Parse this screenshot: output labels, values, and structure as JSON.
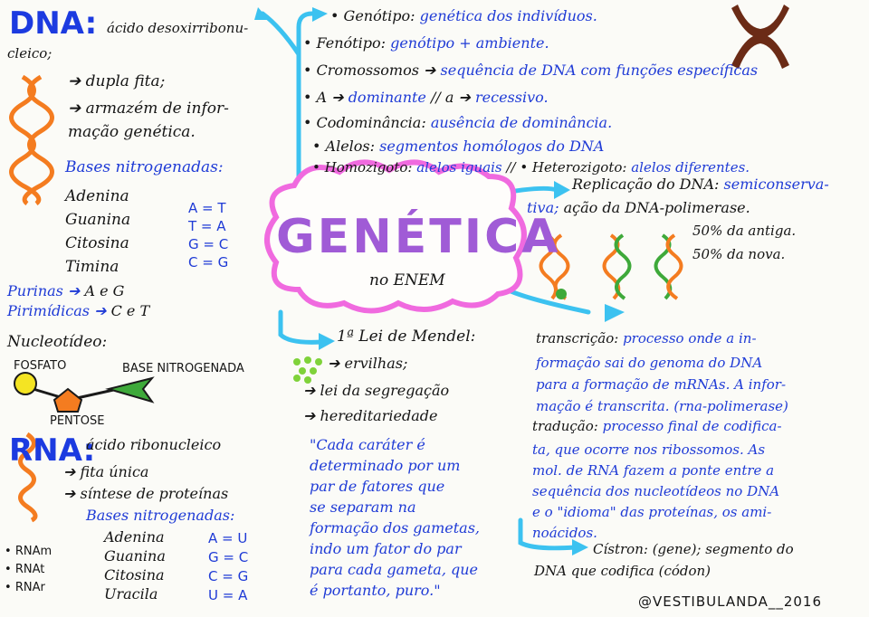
{
  "center": {
    "title": "GENÉTICA",
    "subtitle": "no ENEM"
  },
  "dna": {
    "heading": "DNA:",
    "desc1": "ácido desoxirribonu-",
    "desc2": "cleico;",
    "point1": "dupla fita;",
    "point2a": "armazém de infor-",
    "point2b": "mação genética.",
    "bases_title": "Bases nitrogenadas:",
    "bases": [
      "Adenina",
      "Guanina",
      "Citosina",
      "Timina"
    ],
    "pairs": [
      "A = T",
      "T = A",
      "G = C",
      "C = G"
    ]
  },
  "purinas": {
    "label": "Purinas",
    "value": "A e G"
  },
  "pirimidicas": {
    "label": "Pirimídicas",
    "value": "C e T"
  },
  "nucleotideo": {
    "label": "Nucleotídeo:",
    "fosfato": "FOSFATO",
    "base": "BASE NITROGENADA",
    "pentose": "PENTOSE"
  },
  "rna": {
    "heading": "RNA:",
    "desc": "ácido ribonucleico",
    "point1": "fita única",
    "point2": "síntese de proteínas",
    "bases_title": "Bases nitrogenadas:",
    "bases": [
      "Adenina",
      "Guanina",
      "Citosina",
      "Uracila"
    ],
    "pairs": [
      "A = U",
      "G = C",
      "C = G",
      "U = A"
    ],
    "types": [
      "RNAm",
      "RNAt",
      "RNAr"
    ]
  },
  "concepts": {
    "genotipo_k": "Genótipo:",
    "genotipo_v": "genética dos indivíduos.",
    "fenotipo_k": "Fenótipo:",
    "fenotipo_v": "genótipo + ambiente.",
    "cromossomos_k": "Cromossomos",
    "cromossomos_v": "sequência de DNA com funções específicas",
    "a_k": "A",
    "a_v1": "dominante",
    "a_mid": "// a",
    "a_v2": "recessivo.",
    "codominancia_k": "Codominância:",
    "codominancia_v": "ausência de dominância.",
    "alelos_k": "Alelos:",
    "alelos_v": "segmentos homólogos do DNA",
    "homo_k": "Homozigoto:",
    "homo_v": "alelos iguais",
    "hetero_k": "• Heterozigoto:",
    "hetero_v": "alelos diferentes."
  },
  "replicacao": {
    "k": "Replicação do DNA:",
    "v1": "semiconserva-",
    "v2": "tiva;",
    "v3": "ação da DNA-polimerase.",
    "antiga": "50% da antiga.",
    "nova": "50% da nova."
  },
  "mendel": {
    "title": "1ª Lei de Mendel:",
    "p1": "ervilhas;",
    "p2": "lei da segregação",
    "p3": "hereditariedade",
    "quote": [
      "\"Cada caráter é",
      "determinado por um",
      "par de fatores que",
      "se separam na",
      "formação dos gametas,",
      "indo um fator do par",
      "para cada gameta, que",
      "é portanto, puro.\""
    ]
  },
  "transcricao": {
    "k": "transcrição:",
    "lines": [
      "processo onde a in-",
      "formação sai do genoma do DNA",
      "para a formação de mRNAs. A infor-",
      "mação é transcrita. (rna-polimerase)"
    ]
  },
  "traducao": {
    "k": "tradução:",
    "lines": [
      "processo final de codifica-",
      "ta, que ocorre nos ribossomos. As",
      "mol. de RNA fazem a ponte entre a",
      "sequência dos nucleotídeos no DNA",
      "e o \"idioma\" das proteínas, os ami-",
      "noácidos."
    ]
  },
  "cistron": {
    "k": "Cístron:",
    "v1": "(gene); segmento do",
    "v2": "DNA que codifica (códon)"
  },
  "signature": "@VESTIBULANDA__2016",
  "colors": {
    "blue": "#1f3bd6",
    "pink": "#f06adf",
    "purple": "#a05bd6",
    "cyan": "#3cc2f0",
    "orange": "#f47c20",
    "green": "#3ea93a"
  }
}
